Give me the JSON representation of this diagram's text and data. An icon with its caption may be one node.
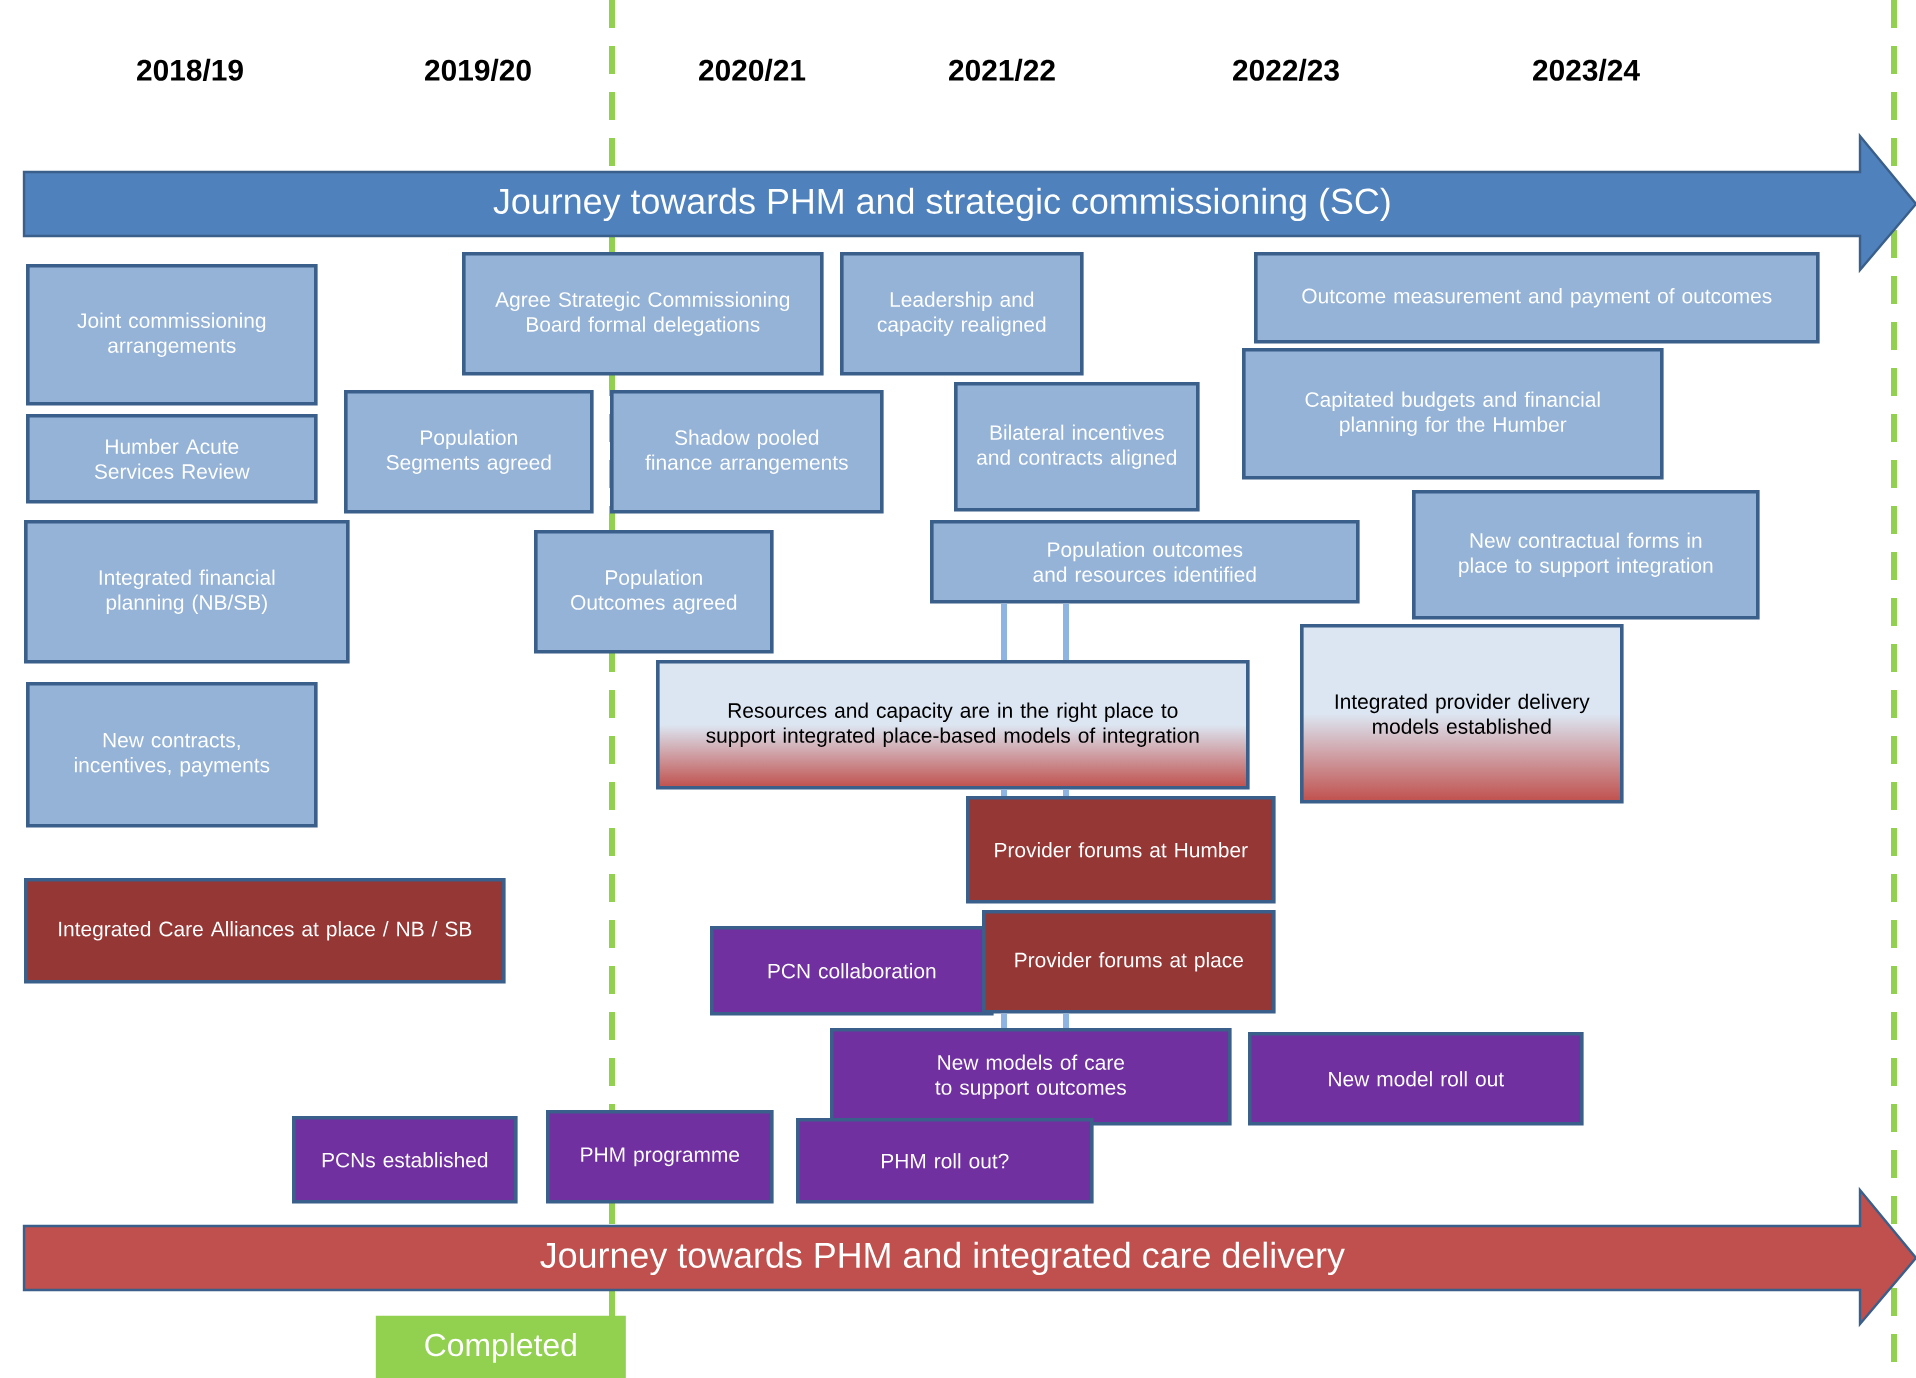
{
  "diagram": {
    "nodes": [
      {
        "text": [
          "Journey towards PHM and strategic commissioning (SC)"
        ]
      },
      {
        "text": [
          "Joint commissioning arrangements"
        ]
      },
      {
        "text": [
          "Agree Strategic Commissioning Board formal delegations"
        ]
      },
      {
        "text": [
          "Leadership and capacity realigned"
        ]
      },
      {
        "text": [
          "Outcome measurement and payment of outcomes"
        ]
      },
      {
        "text": [
          "Population Segments agreed"
        ]
      },
      {
        "text": [
          "Shadow pooled finance arrangements"
        ]
      },
      {
        "text": [
          "Bilateral incentives and contracts aligned"
        ]
      },
      {
        "text": [
          "Capitated budgets and financial planning for the Humber"
        ]
      },
      {
        "text": [
          "Humber Acute Services Review"
        ]
      },
      {
        "text": [
          "Integrated financial planning (NB/SB)"
        ]
      },
      {
        "text": [
          "Population Outcomes agreed"
        ]
      },
      {
        "text": [
          "Population outcomes and resources identified"
        ]
      },
      {
        "text": [
          "New contractual forms in place to support integration"
        ]
      },
      {
        "text": [
          "Integrated provider delivery models established"
        ]
      },
      {
        "text": [
          "New contracts, incentives, payments"
        ]
      },
      {
        "text": [
          "Resources and capacity are in the right place to support integrated place-based models of integration"
        ]
      },
      {
        "text": [
          "Provider forums at Humber"
        ]
      },
      {
        "text": [
          "Integrated Care Alliances at place / NB / SB"
        ]
      },
      {
        "text": [
          "PCN collaboration"
        ]
      },
      {
        "text": [
          "Provider forums at place"
        ]
      },
      {
        "text": [
          "New models of care to support outcomes"
        ]
      },
      {
        "text": [
          "New model roll out"
        ]
      },
      {
        "text": [
          "PCNs established"
        ]
      },
      {
        "text": [
          "PHM programme"
        ]
      },
      {
        "text": [
          "PHM roll out?"
        ]
      },
      {
        "text": [
          "Journey towards PHM and integrated care delivery"
        ]
      },
      {
        "text": [
          "Completed"
        ]
      }
    ],
    "edges": [
      {
        "from": 12,
        "to": 16,
        "arrow": "none"
      },
      {
        "from": 16,
        "to": 17,
        "arrow": "none"
      },
      {
        "from": 20,
        "to": 21,
        "arrow": "none"
      }
    ],
    "labels": [
      "2018/19",
      "2019/20",
      "2020/21",
      "2021/22",
      "2022/23",
      "2023/24"
    ]
  }
}
